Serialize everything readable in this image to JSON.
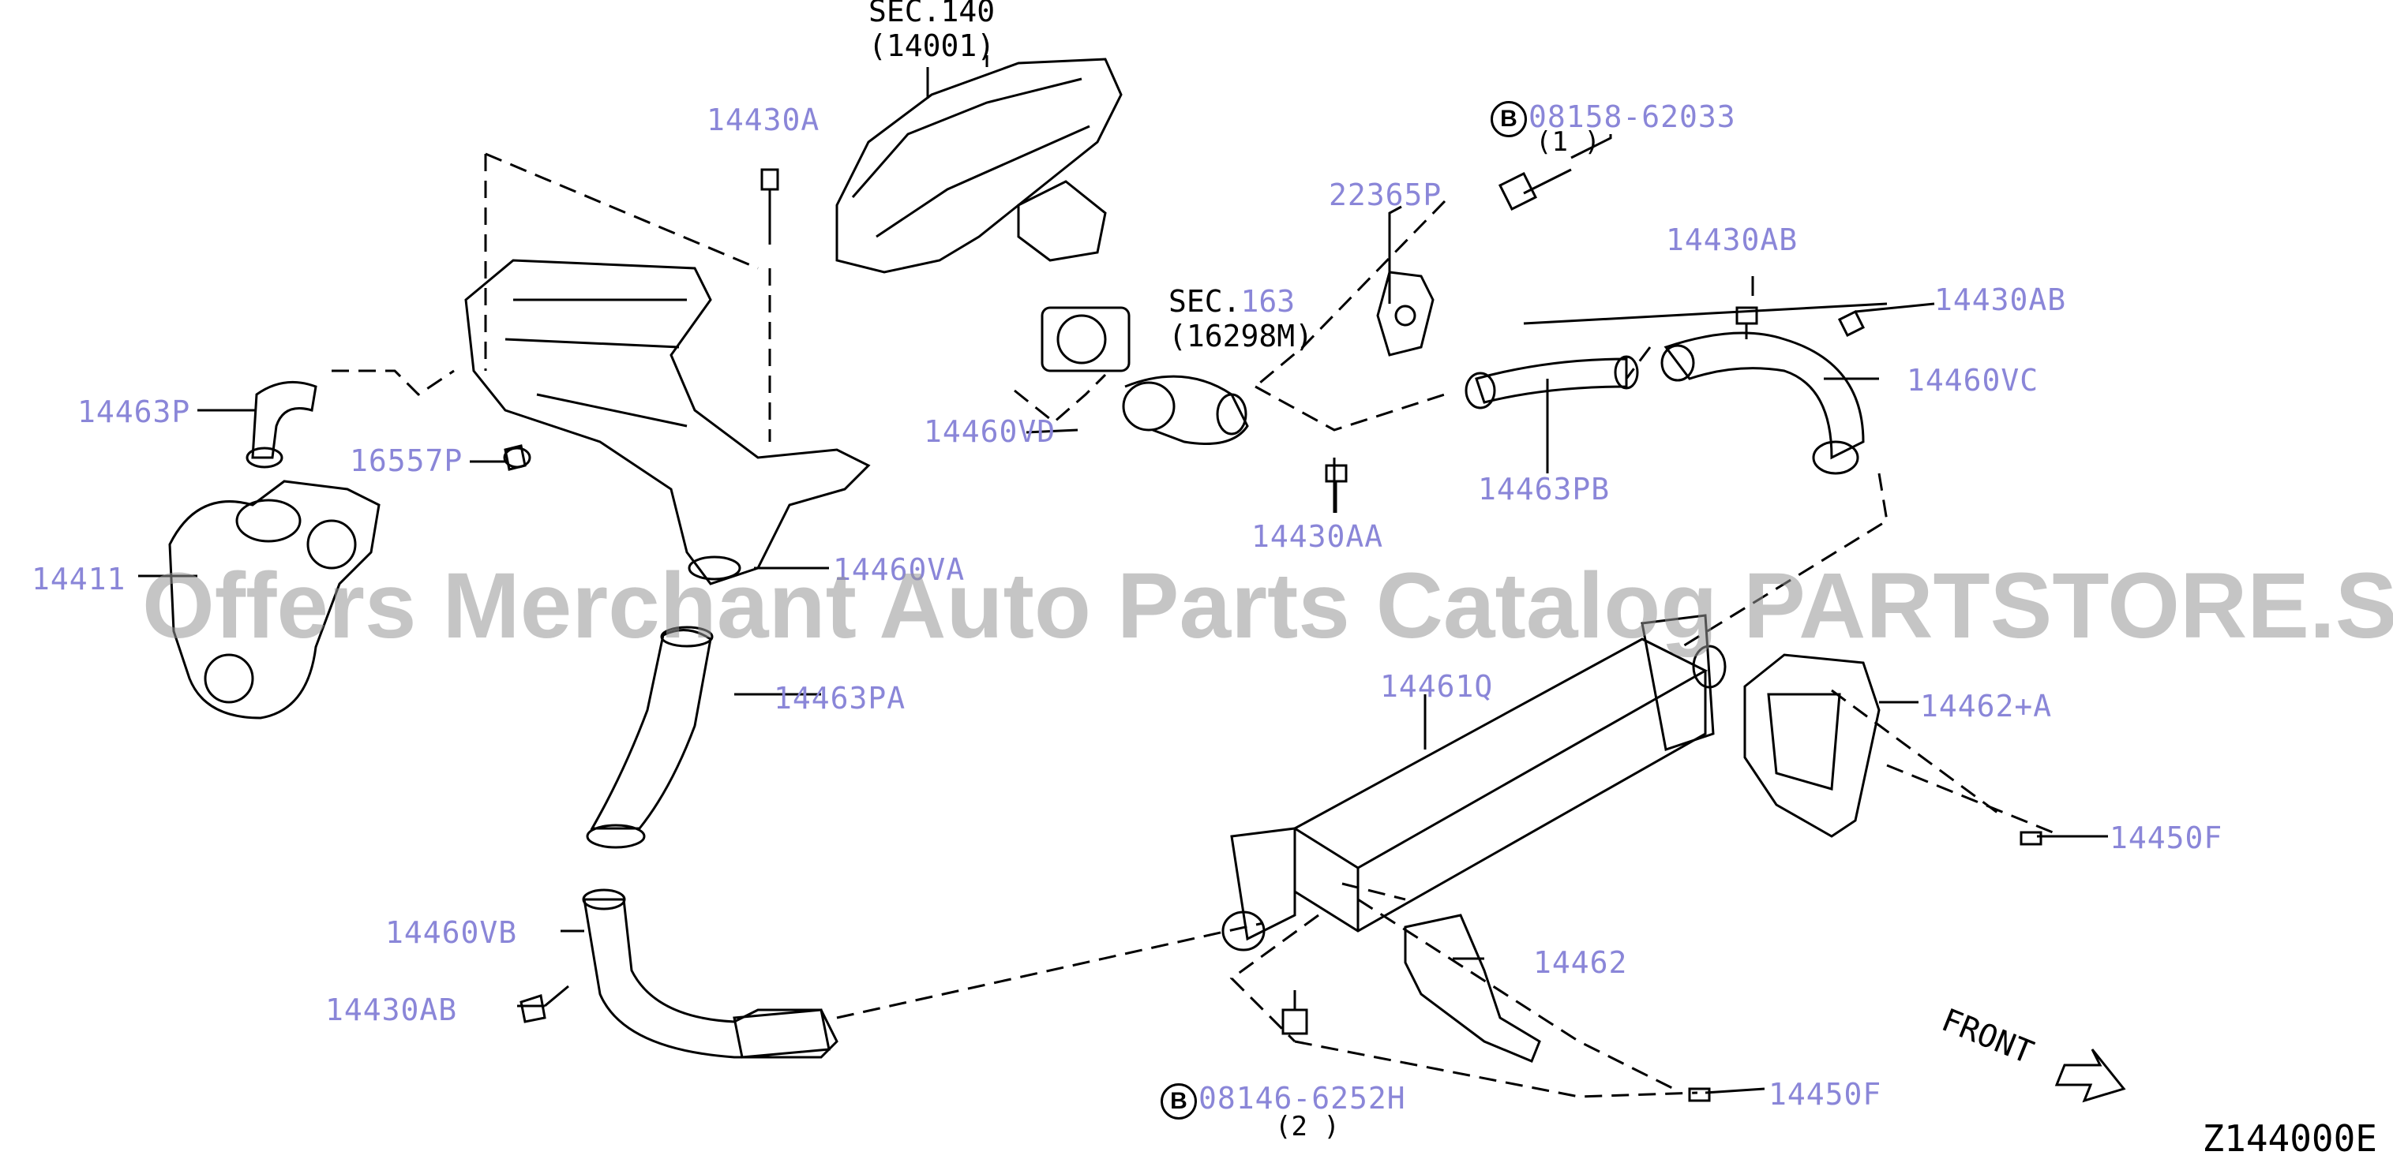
{
  "labels": {
    "sec140_a": "SEC.140",
    "sec140_b": "(14001)",
    "p14430A": "14430A",
    "b_code_1": "08158-62033",
    "qty_1": "(1 )",
    "p22365P": "22365P",
    "p14430AB_top1": "14430AB",
    "p14430AB_top2": "14430AB",
    "sec163_a": "SEC.",
    "sec163_b": "163",
    "sec163_c": "(16298M)",
    "p14463P": "14463P",
    "p16557P": "16557P",
    "p14460VD": "14460VD",
    "p14460VC": "14460VC",
    "p14463PB": "14463PB",
    "p14430AA": "14430AA",
    "p14411": "14411",
    "p14460VA": "14460VA",
    "p14463PA": "14463PA",
    "p14461Q": "14461Q",
    "p14462A": "14462+A",
    "p14450F_1": "14450F",
    "p14460VB": "14460VB",
    "p14430AB_low": "14430AB",
    "p14462": "14462",
    "p14450F_2": "14450F",
    "b_code_2": "08146-6252H",
    "qty_2": "(2 )",
    "front": "FRONT",
    "diagram_code": "Z144000E",
    "b_marker": "B"
  },
  "watermark": "Offers Merchant Auto Parts Catalog PARTSTORE.SA",
  "colors": {
    "part_label": "#8a86d8",
    "ink": "#000000",
    "watermark": "#969696"
  }
}
